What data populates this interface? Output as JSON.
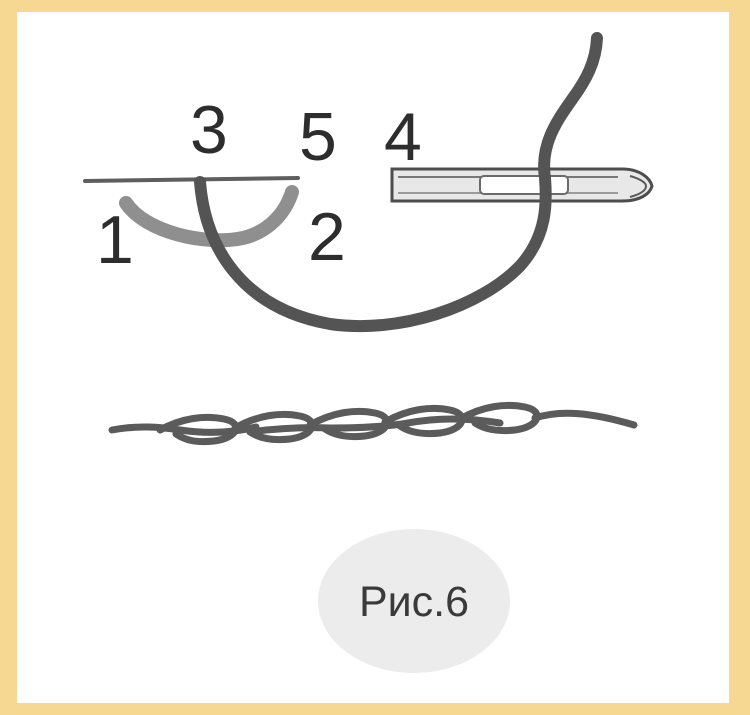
{
  "labels": {
    "point_1": "1",
    "point_2": "2",
    "point_3": "3",
    "point_4": "4",
    "point_5": "5"
  },
  "caption": "Рис.6",
  "colors": {
    "background": "#f6d892",
    "panel": "#ffffff",
    "thread": "#545454",
    "stitch": "#8f8f8f",
    "caption_bubble": "#ececec"
  }
}
